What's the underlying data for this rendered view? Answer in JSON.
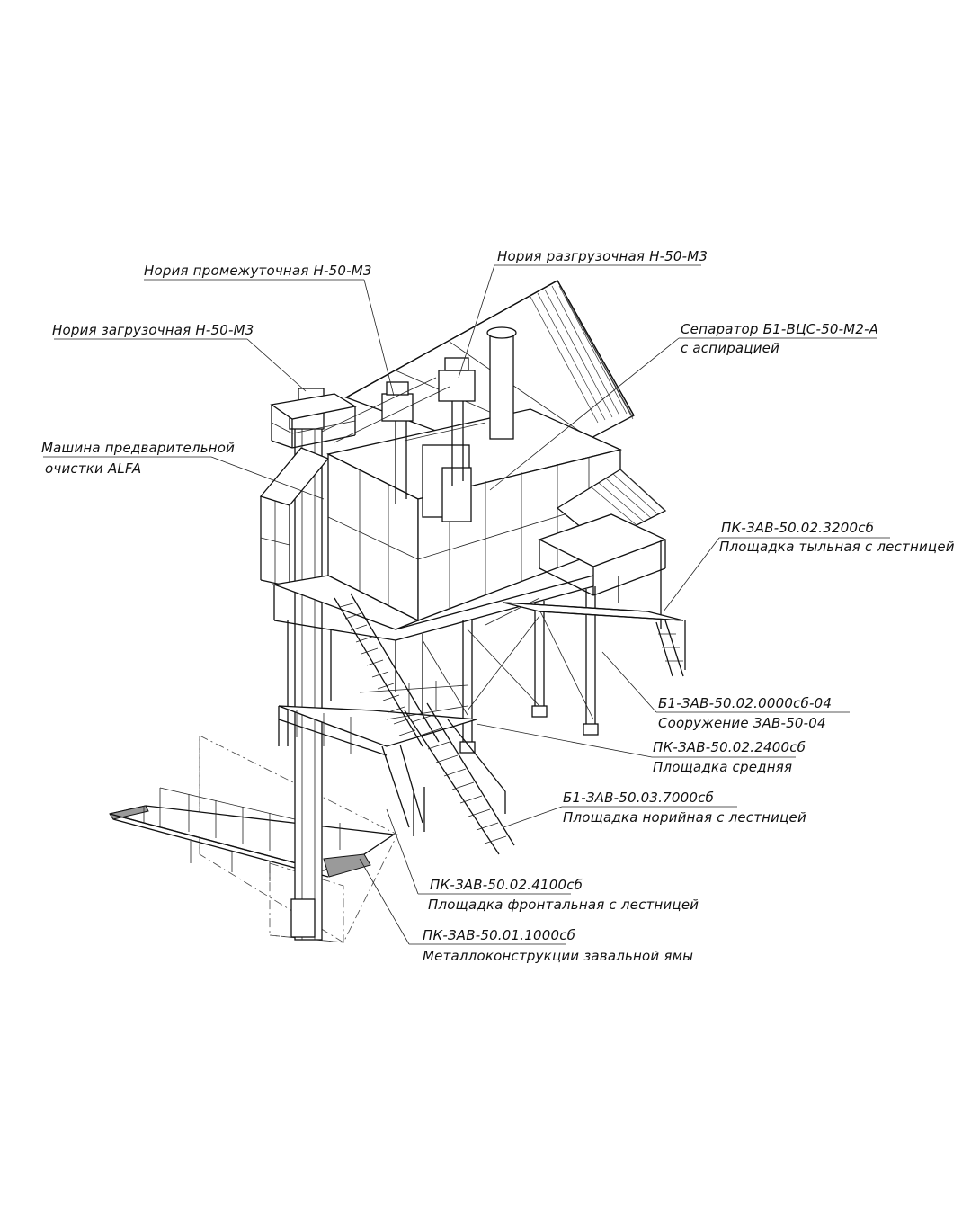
{
  "labels": {
    "noria_razgruz": "Нория разгрузочная Н-50-М3",
    "noria_promezh": "Нория промежуточная Н-50-М3",
    "noria_zagruz": "Нория загрузочная Н-50-М3",
    "separator_1": "Сепаратор Б1-ВЦС-50-М2-А",
    "separator_2": "с аспирацией",
    "mashina_1": "Машина предварительной",
    "mashina_2": "очистки ALFA",
    "tylnaya_code": "ПК-ЗАВ-50.02.3200сб",
    "tylnaya_name": "Площадка тыльная с лестницей",
    "sooruzh_code": "Б1-ЗАВ-50.02.0000сб-04",
    "sooruzh_name": "Сооружение ЗАВ-50-04",
    "srednyaya_code": "ПК-ЗАВ-50.02.2400сб",
    "srednyaya_name": "Площадка средняя",
    "noriynaya_code": "Б1-ЗАВ-50.03.7000сб",
    "noriynaya_name": "Площадка норийная с лестницей",
    "frontalnaya_code": "ПК-ЗАВ-50.02.4100сб",
    "frontalnaya_name": "Площадка фронтальная с лестницей",
    "yama_code": "ПК-ЗАВ-50.01.1000сб",
    "yama_name": "Металлоконструкции завальной ямы"
  }
}
